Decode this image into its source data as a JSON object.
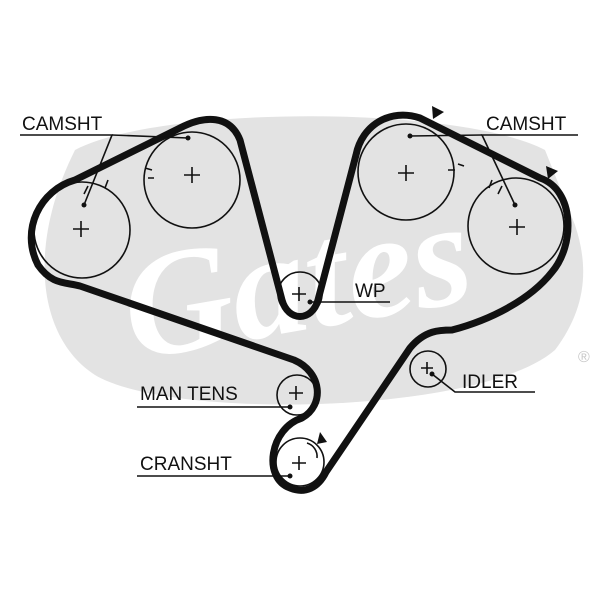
{
  "labels": {
    "camshaft_left": "CAMSHT",
    "camshaft_right": "CAMSHT",
    "water_pump": "WP",
    "manual_tensioner": "MAN TENS",
    "idler": "IDLER",
    "crankshaft": "CRANSHT"
  },
  "watermark": {
    "brand": "Gates",
    "registered_mark": "®"
  },
  "colors": {
    "line": "#111111",
    "watermark": "#e3e3e3"
  }
}
